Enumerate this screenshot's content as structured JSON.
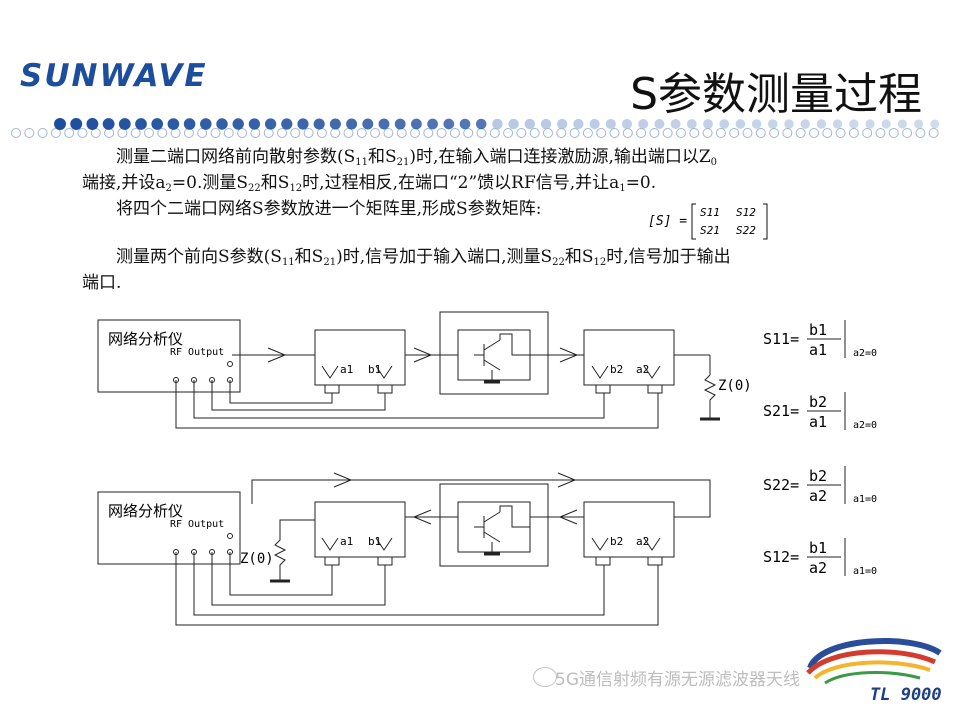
{
  "header": {
    "logo": "SUNWAVE",
    "title": "S参数测量过程"
  },
  "body": {
    "p1_a": "测量二端口网络前向散射参数(S",
    "p1_s1": "11",
    "p1_b": "和S",
    "p1_s2": "21",
    "p1_c": ")时,在输入端口连接激励源,输出端口以Z",
    "p1_s3": "0",
    "p2_a": "端接,并设a",
    "p2_s1": "2",
    "p2_b": "=0.测量S",
    "p2_s2": "22",
    "p2_c": "和S",
    "p2_s3": "12",
    "p2_d": "时,过程相反,在端口“2”馈以RF信号,并让a",
    "p2_s4": "1",
    "p2_e": "=0.",
    "p3": "将四个二端口网络S参数放进一个矩阵里,形成S参数矩阵:",
    "matrix": {
      "lhs": "[S] =",
      "m11": "S11",
      "m12": "S12",
      "m21": "S21",
      "m22": "S22"
    },
    "p4_a": "测量两个前向S参数(S",
    "p4_s1": "11",
    "p4_b": "和S",
    "p4_s2": "21",
    "p4_c": ")时,信号加于输入端口,测量S",
    "p4_s3": "22",
    "p4_d": "和S",
    "p4_s4": "12",
    "p4_e": "时,信号加于输出",
    "p5": "端口."
  },
  "diagram1": {
    "analyzer_label": "网络分析仪",
    "rf_output": "RF Output",
    "coupler1_a": "a1",
    "coupler1_b": "b1",
    "coupler2_b": "b2",
    "coupler2_a": "a2",
    "load": "Z(0)"
  },
  "diagram2": {
    "analyzer_label": "网络分析仪",
    "rf_output": "RF Output",
    "coupler1_a": "a1",
    "coupler1_b": "b1",
    "coupler2_b": "b2",
    "coupler2_a": "a2",
    "load": "Z(0)"
  },
  "formulas": [
    {
      "lhs": "S11=",
      "num": "b1",
      "den": "a1",
      "cond": "a2=0"
    },
    {
      "lhs": "S21=",
      "num": "b2",
      "den": "a1",
      "cond": "a2=0"
    },
    {
      "lhs": "S22=",
      "num": "b2",
      "den": "a2",
      "cond": "a1=0"
    },
    {
      "lhs": "S12=",
      "num": "b1",
      "den": "a2",
      "cond": "a1=0"
    }
  ],
  "watermark": "5G通信射频有源无源滤波器天线",
  "corner_logo_text": "TL 9000",
  "colors": {
    "brand": "#1d4e9e",
    "dot_dark": "#1d4e9e",
    "dot_light": "#9fb6d9"
  }
}
